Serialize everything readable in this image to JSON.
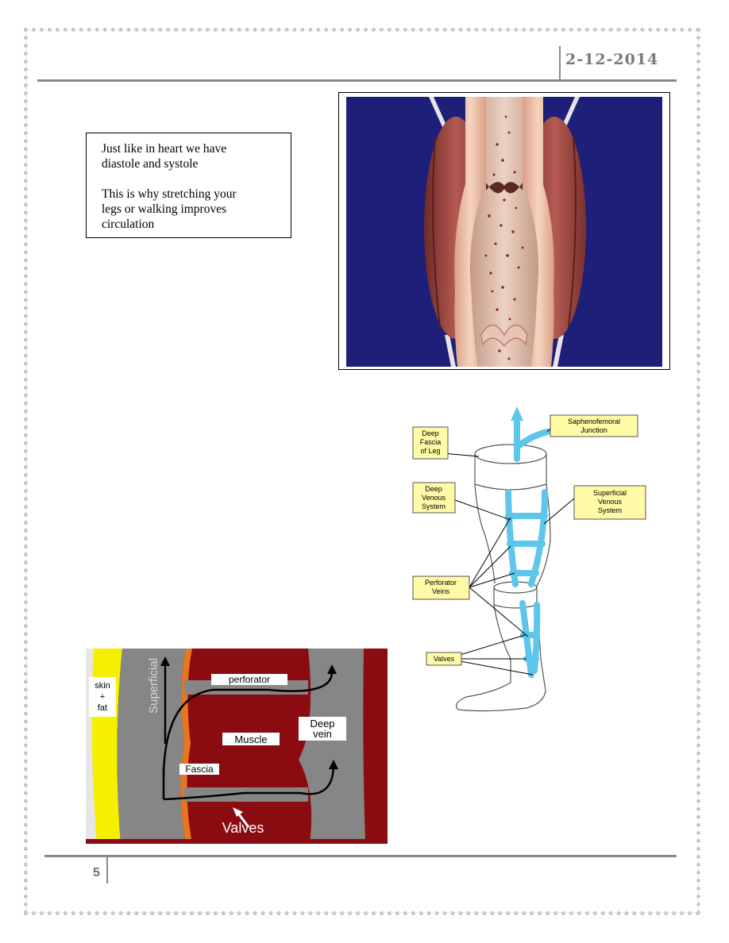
{
  "header": {
    "date": "2-12-2014"
  },
  "note": {
    "line1": "Just like in  heart we have",
    "line2": "diastole and systole",
    "line3": "This is why stretching your",
    "line4": "legs or walking improves",
    "line5": "circulation"
  },
  "leg_diagram": {
    "labels": {
      "saphenofemoral_1": "Saphenofemoral",
      "saphenofemoral_2": "Junction",
      "deep_fascia_1": "Deep",
      "deep_fascia_2": "Fascia",
      "deep_fascia_3": "of Leg",
      "deep_venous_1": "Deep",
      "deep_venous_2": "Venous",
      "deep_venous_3": "System",
      "superficial_venous_1": "Superficial",
      "superficial_venous_2": "Venous",
      "superficial_venous_3": "System",
      "perforator_1": "Perforator",
      "perforator_2": "Veins",
      "valves": "Valves"
    }
  },
  "cross_section": {
    "labels": {
      "skin_1": "skin",
      "skin_2": "+",
      "skin_3": "fat",
      "superficial": "Superficial",
      "perforator": "perforator",
      "muscle": "Muscle",
      "deep_1": "Deep",
      "deep_2": "vein",
      "fascia": "Fascia",
      "valves": "Valves"
    }
  },
  "footer": {
    "page_number": "5"
  }
}
